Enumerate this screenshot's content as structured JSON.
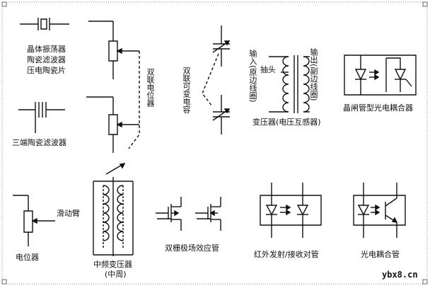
{
  "labels": {
    "crystal_line1": "晶体振荡器",
    "crystal_line2": "陶瓷滤波器",
    "crystal_line3": "压电陶瓷片",
    "ceramic3": "三端陶瓷滤波器",
    "dual_pot": "双联电位器",
    "dual_var_cap": "双联可变电容",
    "transformer_in": "输入(原边线圈)",
    "transformer_tap": "抽头",
    "transformer_out": "输出(副边线圈)",
    "transformer": "变压器(电压互感器)",
    "thyristor_coupler": "晶闸管型光电耦合器",
    "potentiometer": "电位器",
    "wiper": "滑动臂",
    "if_transformer_line1": "中频变压器",
    "if_transformer_line2": "(中周)",
    "dual_gate_fet": "双栅极场效应管",
    "ir_pair": "红外发射/接收对管",
    "opto_coupler": "光电耦合管"
  },
  "watermark": "ybx8.cn"
}
